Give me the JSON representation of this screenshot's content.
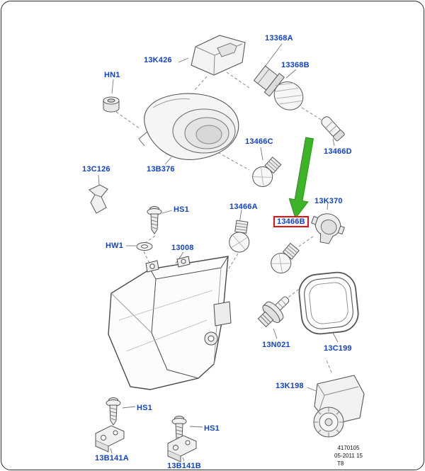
{
  "colors": {
    "label_blue": "#1243c4",
    "highlight_red": "#e31111",
    "arrow_green": "#3db327",
    "line_gray": "#555555"
  },
  "labels": [
    {
      "text": "13368A"
    },
    {
      "text": "13K426"
    },
    {
      "text": "HN1"
    },
    {
      "text": "13368B"
    },
    {
      "text": "13466C"
    },
    {
      "text": "13466D"
    },
    {
      "text": "13C126"
    },
    {
      "text": "13B376"
    },
    {
      "text": "HS1"
    },
    {
      "text": "13466A"
    },
    {
      "text": "13466B",
      "highlighted": true
    },
    {
      "text": "13K370"
    },
    {
      "text": "HW1"
    },
    {
      "text": "13008"
    },
    {
      "text": "13N021"
    },
    {
      "text": "13C199"
    },
    {
      "text": "13K198"
    },
    {
      "text": "HS1"
    },
    {
      "text": "HS1"
    },
    {
      "text": "13B141A"
    },
    {
      "text": "13B141B"
    }
  ],
  "highlight": {
    "part": "13466B"
  },
  "footer": {
    "line1": "4170105",
    "line2": "05-2011 15",
    "line3": "T8"
  }
}
